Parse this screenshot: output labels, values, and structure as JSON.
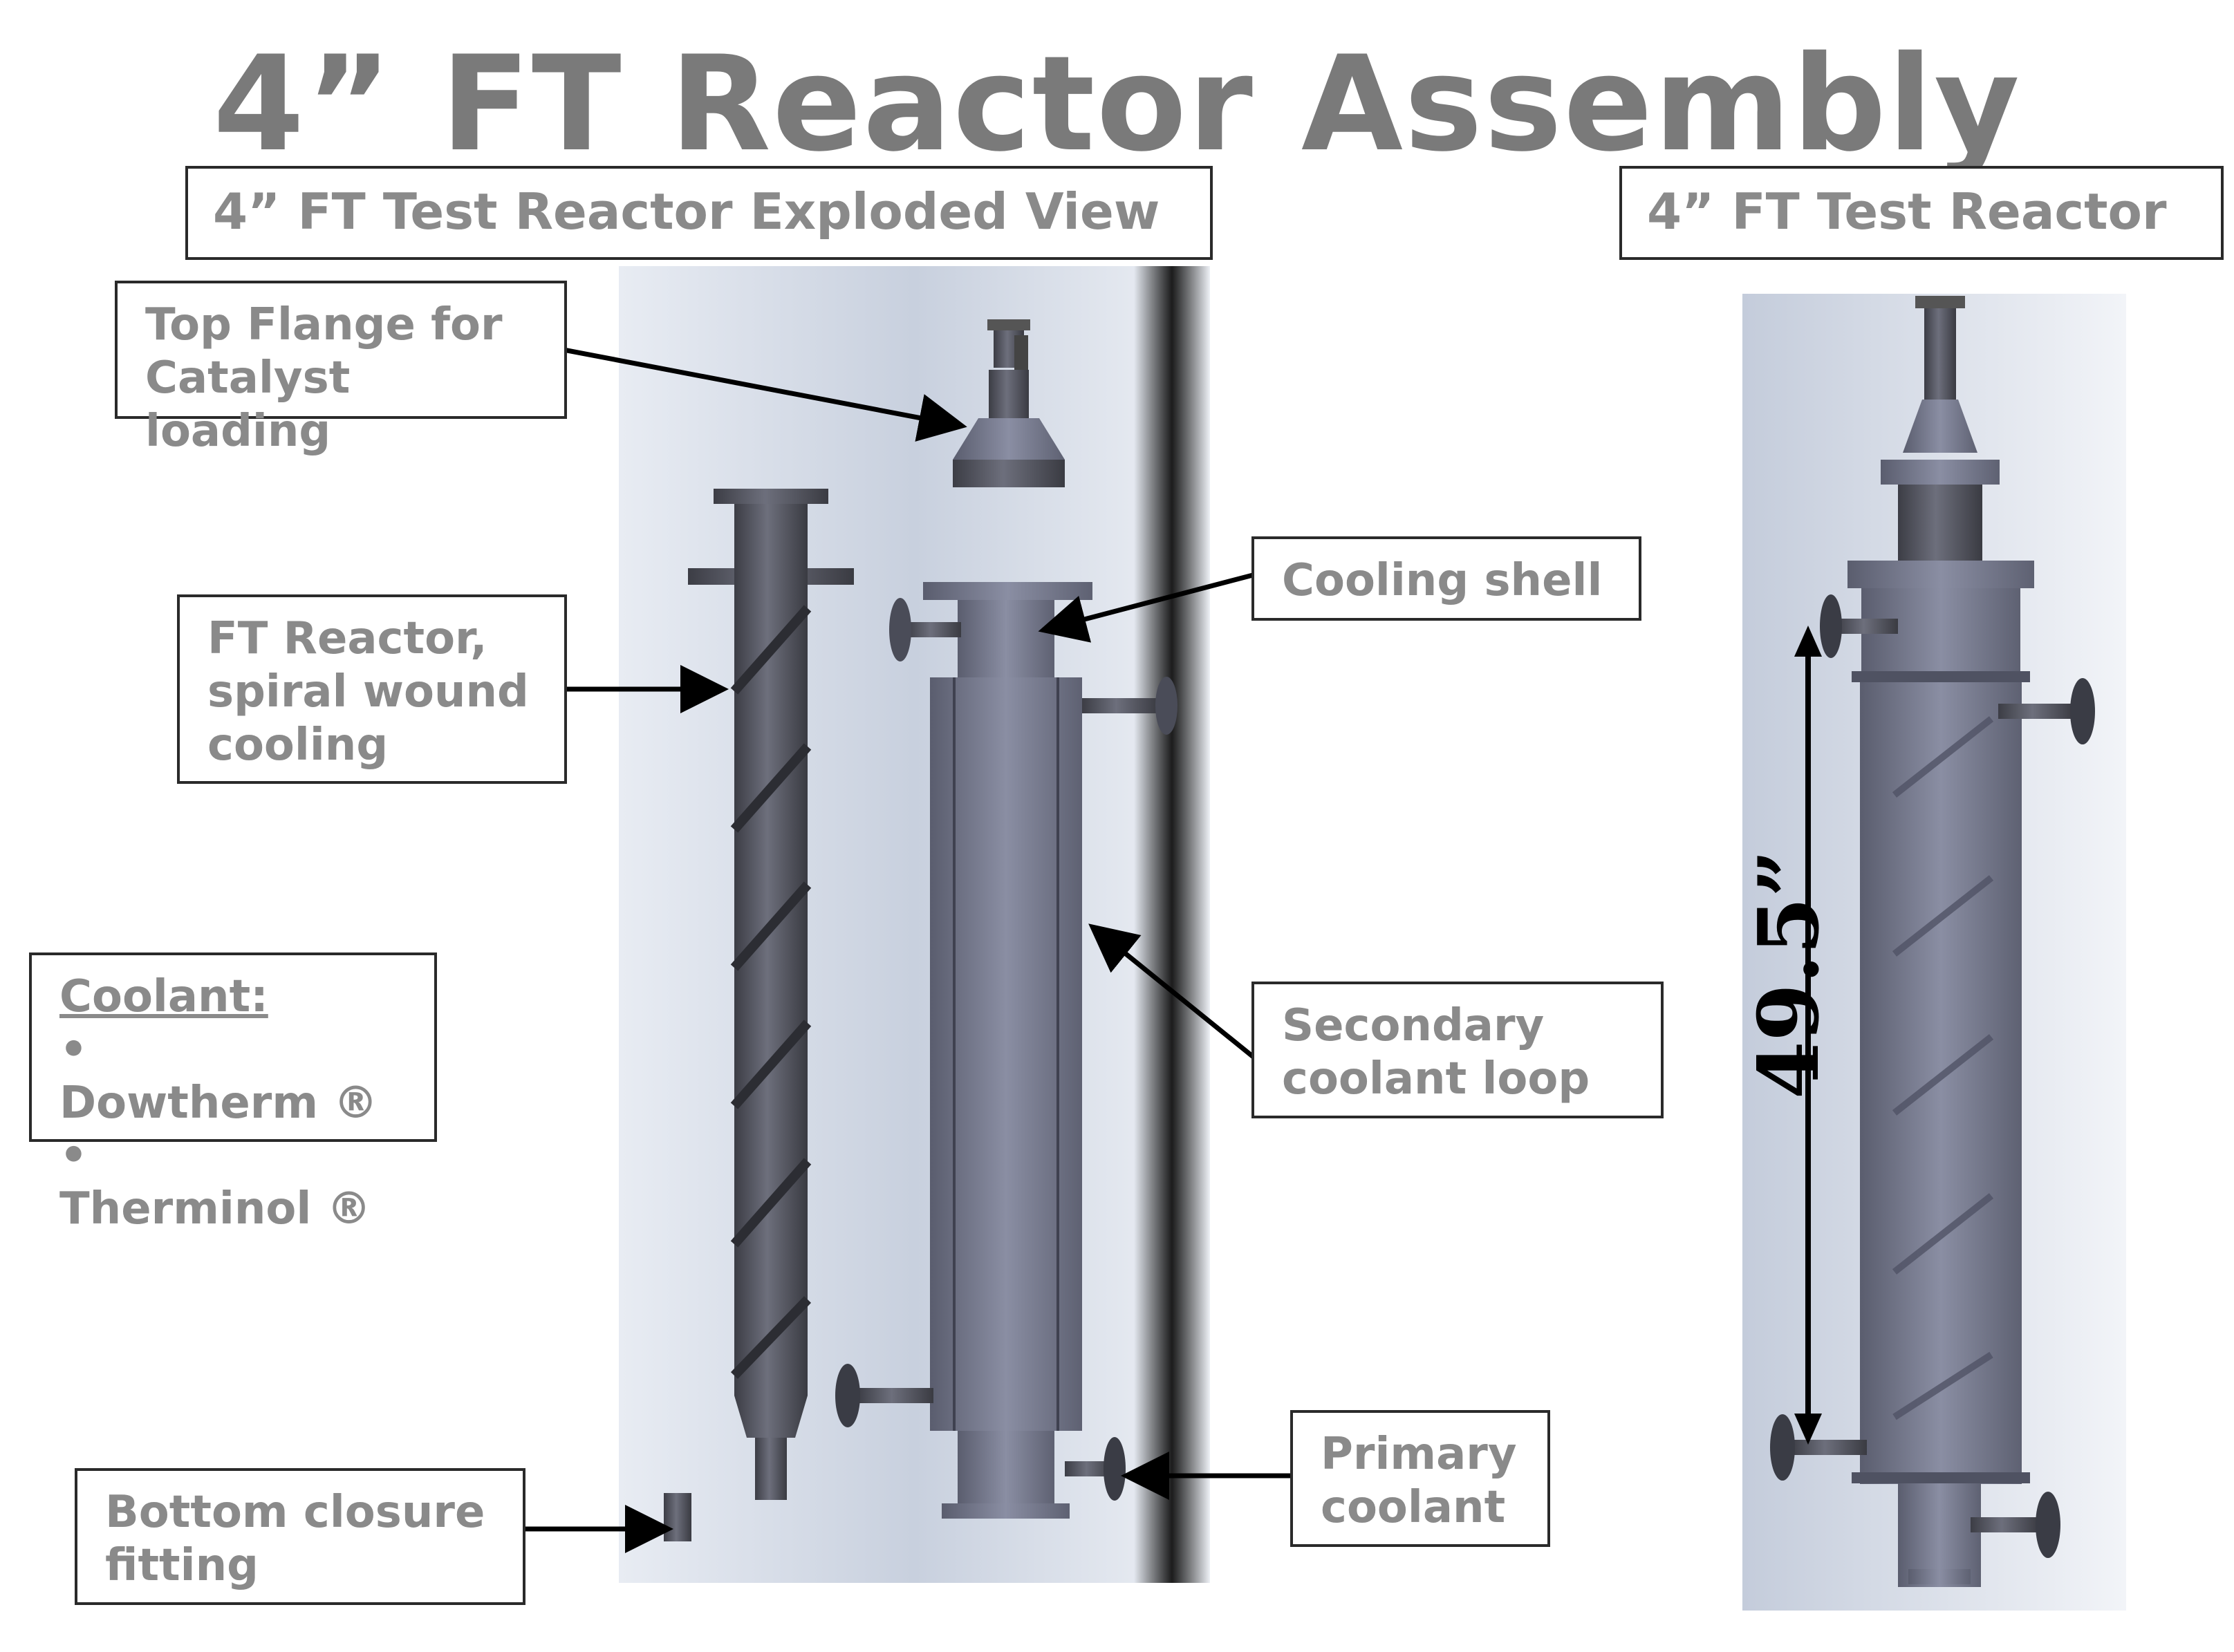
{
  "title": "4” FT Reactor Assembly",
  "headers": {
    "exploded": "4” FT Test Reactor Exploded View",
    "assembled": "4” FT Test Reactor"
  },
  "labels": {
    "top_flange": [
      "Top Flange for",
      "Catalyst loading"
    ],
    "ft_reactor": [
      "FT Reactor,",
      "spiral wound",
      "cooling"
    ],
    "cooling_shell": "Cooling shell",
    "secondary": [
      "Secondary",
      "coolant loop"
    ],
    "primary": [
      "Primary",
      "coolant"
    ],
    "bottom": [
      "Bottom closure",
      "fitting"
    ]
  },
  "coolant": {
    "title": "Coolant:",
    "items": [
      "Dowtherm ®",
      "Therminol ®"
    ]
  },
  "dimension": "49.5”"
}
